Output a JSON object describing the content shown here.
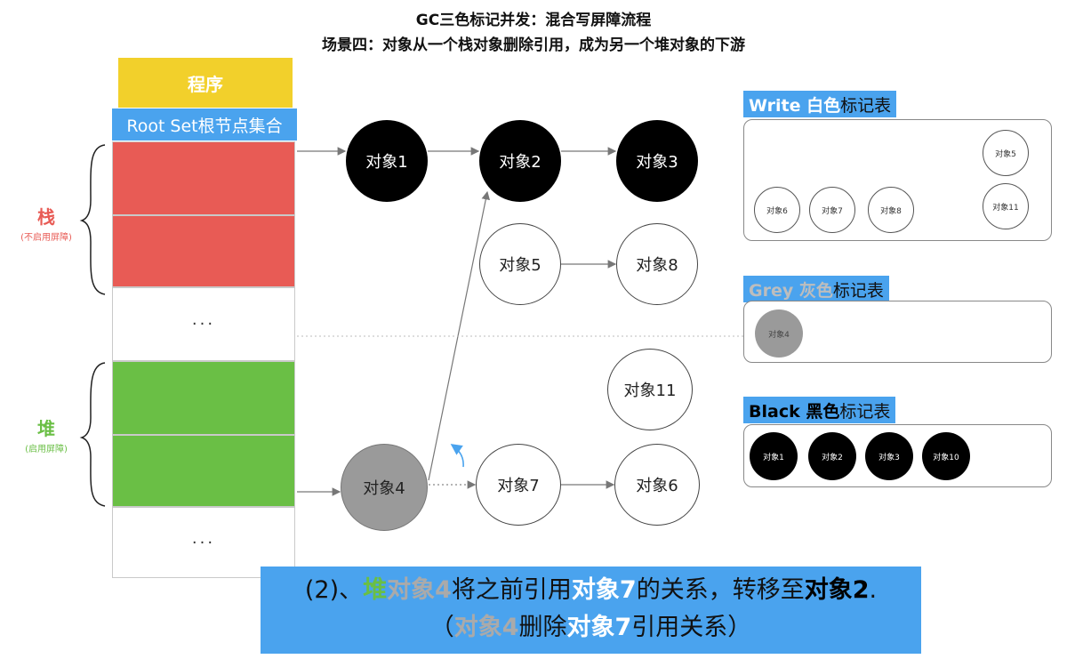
{
  "title_line1": "GC三色标记并发：混合写屏障流程",
  "title_line2": "场景四：对象从一个栈对象删除引用，成为另一个堆对象的下游",
  "program": "程序",
  "root_set": "Root Set根节点集合",
  "ellipsis": "···",
  "stack_label": "栈",
  "stack_sub": "(不启用屏障)",
  "heap_label": "堆",
  "heap_sub": "(启用屏障)",
  "nodes": {
    "obj1": "对象1",
    "obj2": "对象2",
    "obj3": "对象3",
    "obj5": "对象5",
    "obj8": "对象8",
    "obj11": "对象11",
    "obj4": "对象4",
    "obj7": "对象7",
    "obj6": "对象6"
  },
  "white_table": {
    "title_a": "Write",
    "title_b": "白色",
    "title_c": "标记表",
    "items": [
      "对象5",
      "对象6",
      "对象7",
      "对象8",
      "对象11"
    ]
  },
  "grey_table": {
    "title_a": "Grey",
    "title_b": "灰色",
    "title_c": "标记表",
    "items": [
      "对象4"
    ]
  },
  "black_table": {
    "title_a": "Black",
    "title_b": "黑色",
    "title_c": "标记表",
    "items": [
      "对象1",
      "对象2",
      "对象3",
      "对象10"
    ]
  },
  "caption": {
    "l1_a": "(2)、",
    "l1_b": "堆",
    "l1_c": "对象4",
    "l1_d": "将之前引用",
    "l1_e": "对象7",
    "l1_f": "的关系，转移至",
    "l1_g": "对象2",
    "l1_h": ".",
    "l2_a": "（",
    "l2_b": "对象4",
    "l2_c": "删除",
    "l2_d": "对象7",
    "l2_e": "引用关系）"
  },
  "colors": {
    "stack_red": "#e85b55",
    "heap_green": "#6abf45",
    "program_yellow": "#f2d02b",
    "accent_blue": "#4aa3ee",
    "grey_node": "#9a9a9a"
  }
}
